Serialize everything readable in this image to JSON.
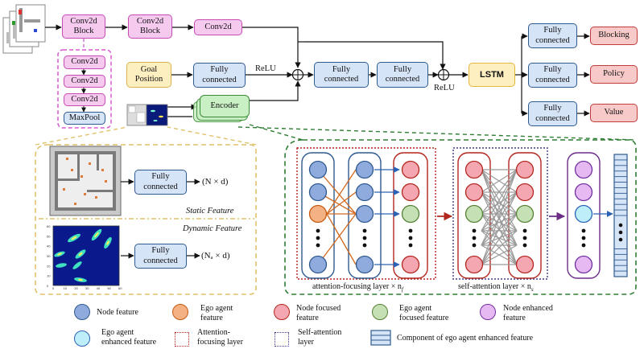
{
  "blocks": {
    "conv1": "Conv2d\nBlock",
    "conv2": "Conv2d\nBlock",
    "conv3": "Conv2d",
    "sub_conv1": "Conv2d",
    "sub_conv2": "Conv2d",
    "sub_conv3": "Conv2d",
    "maxpool": "MaxPool",
    "goal": "Goal\nPosition",
    "fc_goal": "Fully\nconnected",
    "relu1": "ReLU",
    "encoder": "Encoder",
    "fc_mid1": "Fully\nconnected",
    "fc_mid2": "Fully\nconnected",
    "relu2": "ReLU",
    "lstm": "LSTM",
    "fc_out1": "Fully\nconnected",
    "fc_out2": "Fully\nconnected",
    "fc_out3": "Fully\nconnected",
    "blocking": "Blocking",
    "policy": "Policy",
    "value": "Value"
  },
  "feature_panel": {
    "fc_static": "Fully\nconnected",
    "static_dim": "(N × d)",
    "static_label": "Static Feature",
    "dynamic_label": "Dynamic Feature",
    "fc_dynamic": "Fully\nconnected",
    "dynamic_dim": "(Nₐ × d)",
    "heatmap_xticks": [
      "0",
      "10",
      "20",
      "30",
      "40",
      "50",
      "60"
    ],
    "heatmap_yticks": [
      "60",
      "50",
      "40",
      "30",
      "20",
      "10",
      "0"
    ]
  },
  "attention_panel": {
    "af_label": "attention-focusing layer × n",
    "af_sub": "f",
    "sa_label": "self-attention layer × n",
    "sa_sub": "s"
  },
  "legend": {
    "node_feature": "Node feature",
    "ego_agent_feature": "Ego agent\nfeature",
    "node_focused_feature": "Node focused\nfeature",
    "ego_agent_focused_feature": "Ego agent\nfocused feature",
    "node_enhanced_feature": "Node enhanced\nfeature",
    "ego_agent_enhanced_feature": "Ego agent\nenhanced feature",
    "attention_focusing_layer": "Attention-\nfocusing layer",
    "self_attention_layer": "Self-attention\nlayer",
    "component_label": "Component of ego agent enhanced feature"
  },
  "colors": {
    "pink": "#f6c9ef",
    "blue": "#d6e4f7",
    "yellow": "#fdefc0",
    "green": "#c9efc4",
    "red": "#f7c9c9",
    "node_feature": "#8faadc",
    "ego_agent": "#f4b183",
    "node_focused": "#f4a7b0",
    "ego_focused": "#c5e0b4",
    "node_enhanced": "#e7b9f3",
    "ego_enhanced": "#bfeefb"
  }
}
